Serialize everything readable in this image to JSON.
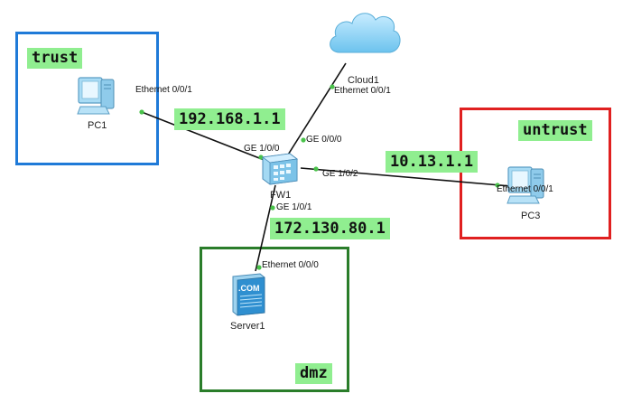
{
  "zones": {
    "trust": "trust",
    "untrust": "untrust",
    "dmz": "dmz"
  },
  "ip_labels": {
    "trust": "192.168.1.1",
    "untrust": "10.13.1.1",
    "dmz": "172.130.80.1"
  },
  "devices": {
    "pc1": "PC1",
    "pc3": "PC3",
    "server1": "Server1",
    "fw1": "FW1",
    "cloud1": "Cloud1"
  },
  "ports": {
    "pc1_eth": "Ethernet 0/0/1",
    "cloud1_eth": "Ethernet 0/0/1",
    "pc3_eth": "Ethernet 0/0/1",
    "server1_eth": "Ethernet 0/0/0",
    "fw_ge100": "GE 1/0/0",
    "fw_ge000": "GE 0/0/0",
    "fw_ge102": "GE 1/0/2",
    "fw_ge101": "GE 1/0/1"
  },
  "server_badge": ".COM",
  "colors": {
    "trust": "#1f7ad8",
    "untrust": "#e02020",
    "dmz": "#2a7d2a",
    "label_bg": "#90ee90",
    "link": "#111111",
    "endpoint": "#49c24a"
  }
}
